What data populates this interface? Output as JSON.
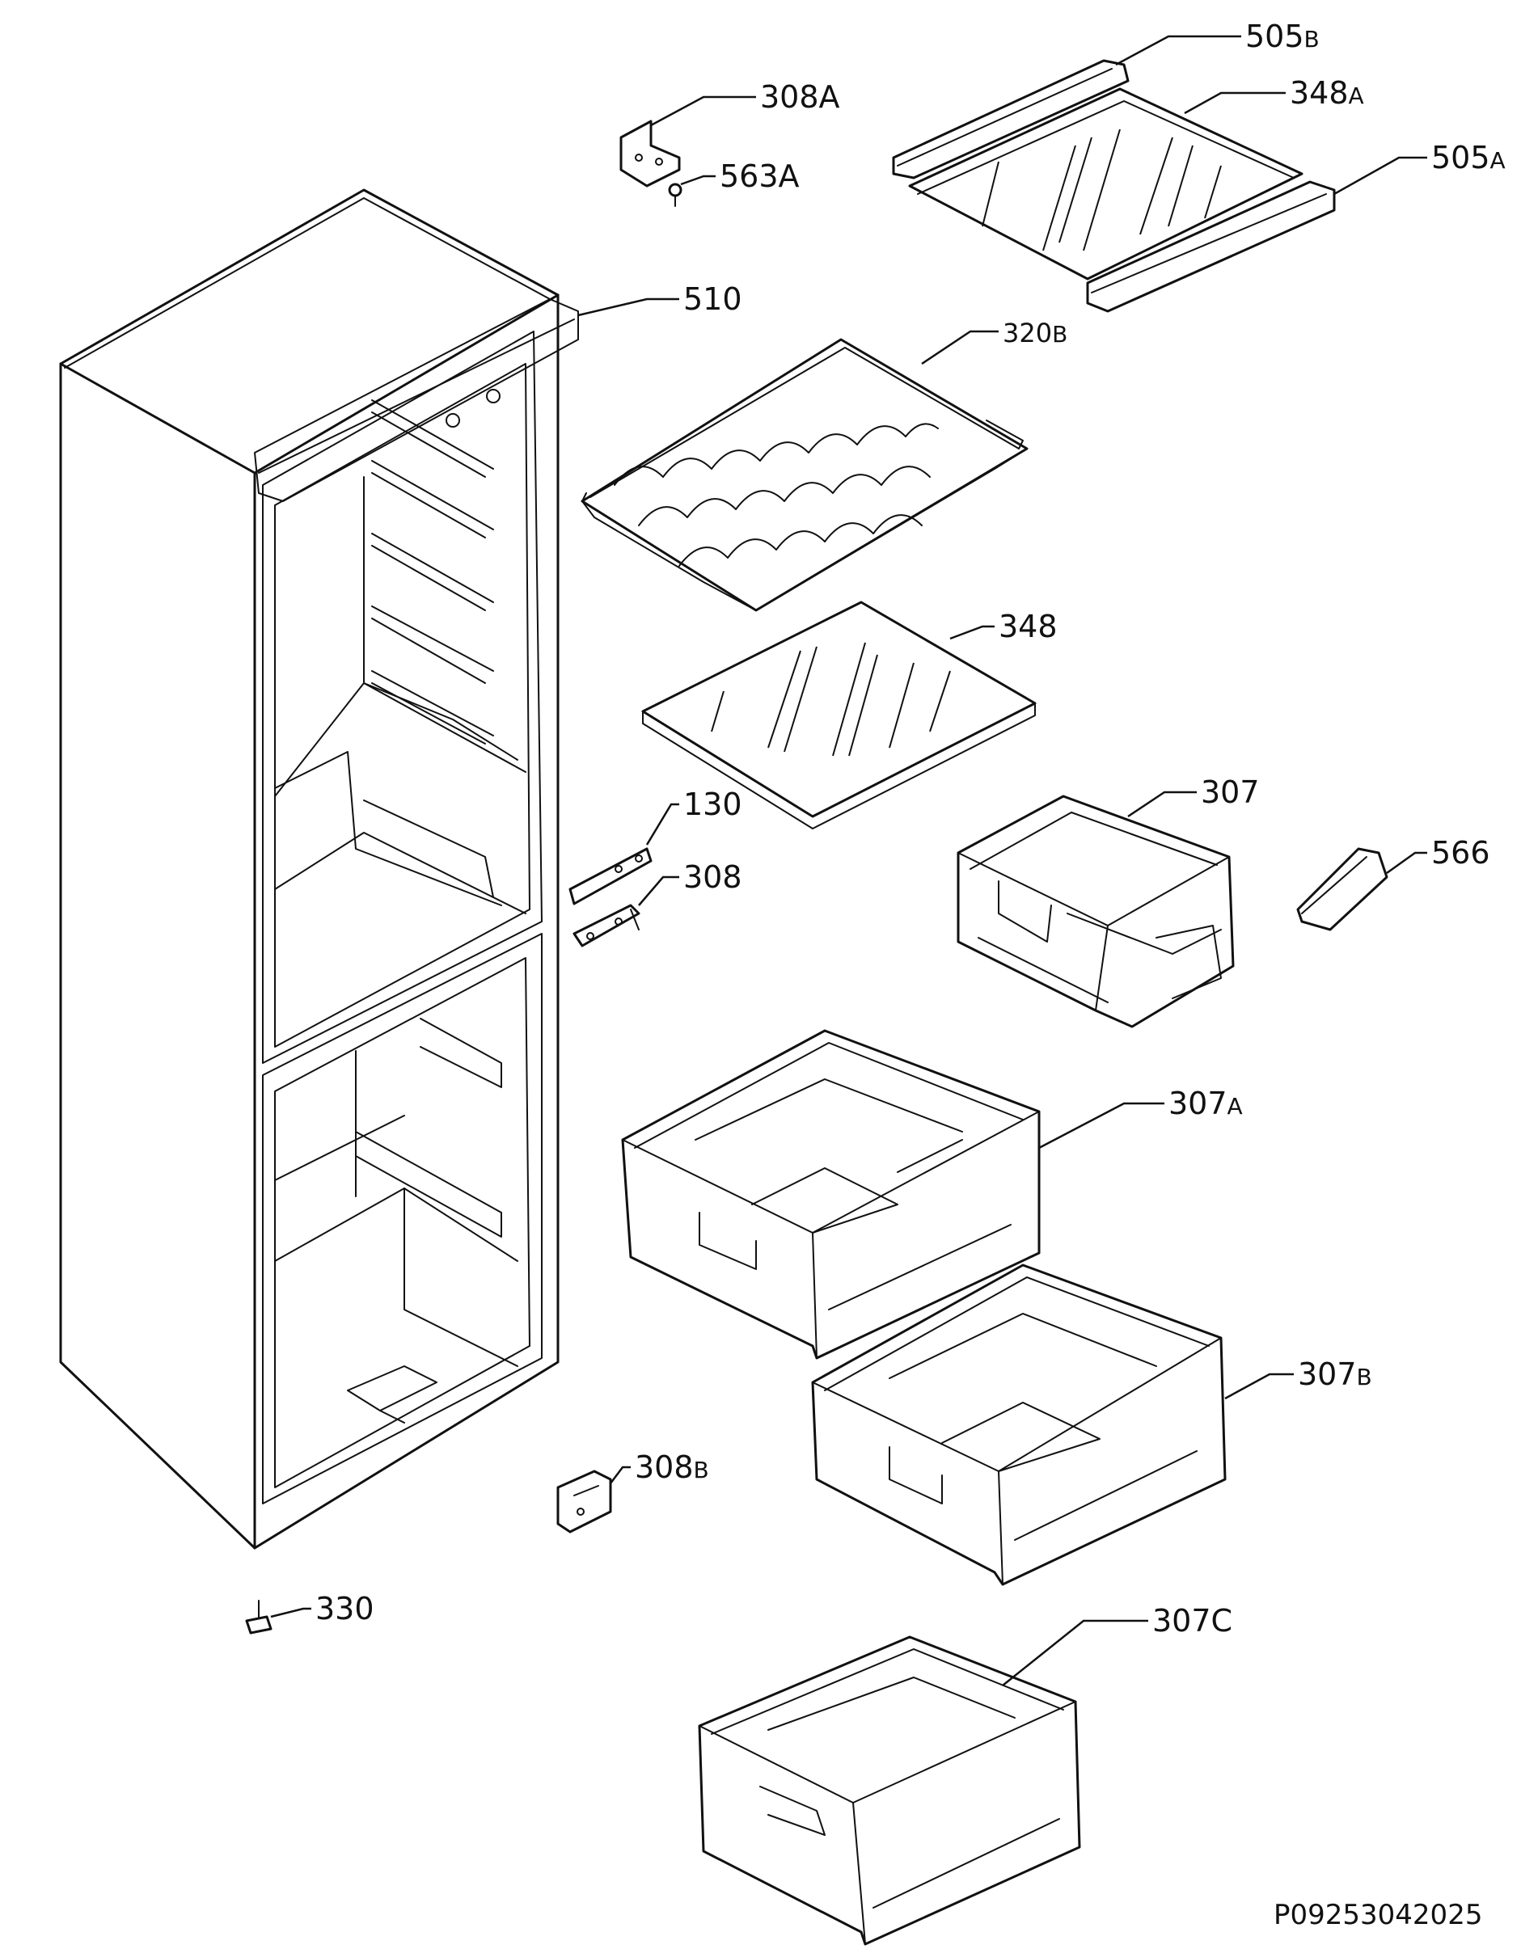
{
  "labels": {
    "l505b": {
      "num": "505",
      "suf": "B"
    },
    "l348a": {
      "num": "348",
      "suf": "A"
    },
    "l505a": {
      "num": "505",
      "suf": "A"
    },
    "l308a": {
      "num": "308",
      "suf": "A"
    },
    "l563a": {
      "num": "563",
      "suf": "A"
    },
    "l510": {
      "num": "510",
      "suf": ""
    },
    "l320b": {
      "num": "320",
      "suf": "B"
    },
    "l348": {
      "num": "348",
      "suf": ""
    },
    "l130": {
      "num": "130",
      "suf": ""
    },
    "l308": {
      "num": "308",
      "suf": ""
    },
    "l307": {
      "num": "307",
      "suf": ""
    },
    "l566": {
      "num": "566",
      "suf": ""
    },
    "l307a": {
      "num": "307",
      "suf": "A"
    },
    "l307b": {
      "num": "307",
      "suf": "B"
    },
    "l308b": {
      "num": "308",
      "suf": "B"
    },
    "l330": {
      "num": "330",
      "suf": ""
    },
    "l307c": {
      "num": "307",
      "suf": "C"
    }
  },
  "document_code": "P09253042025"
}
